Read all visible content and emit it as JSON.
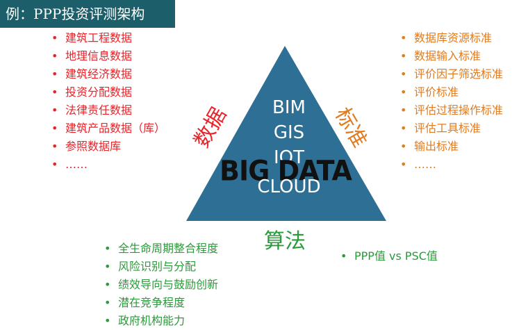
{
  "title": "例：PPP投资评测架构",
  "data_list": [
    "建筑工程数据",
    "地理信息数据",
    "建筑经济数据",
    "投资分配数据",
    "法律责任数据",
    "建筑产品数据（库）",
    "参照数据库",
    "……"
  ],
  "standards_list": [
    "数据库资源标准",
    "数据输入标准",
    "评价因子筛选标准",
    "评价标准",
    "评估过程操作标准",
    "评估工具标准",
    "输出标准",
    "……"
  ],
  "algorithm_list": [
    "全生命周期整合程度",
    "风险识别与分配",
    "绩效导向与鼓励创新",
    "潜在竞争程度",
    "政府机构能力"
  ],
  "algorithm_list2": [
    "PPP值 vs PSC值"
  ],
  "triangle": {
    "lines": [
      "BIM",
      "GIS",
      "IOT",
      "CLOUD"
    ],
    "overlay": "BIG DATA",
    "color": "#2e6f96"
  },
  "side_labels": {
    "data": "数据",
    "standards": "标准",
    "algorithm": "算法"
  },
  "colors": {
    "title_bg": "#1c5f6a",
    "data": "#e8232a",
    "standards": "#e07b1f",
    "algorithm": "#2a9a3a"
  }
}
